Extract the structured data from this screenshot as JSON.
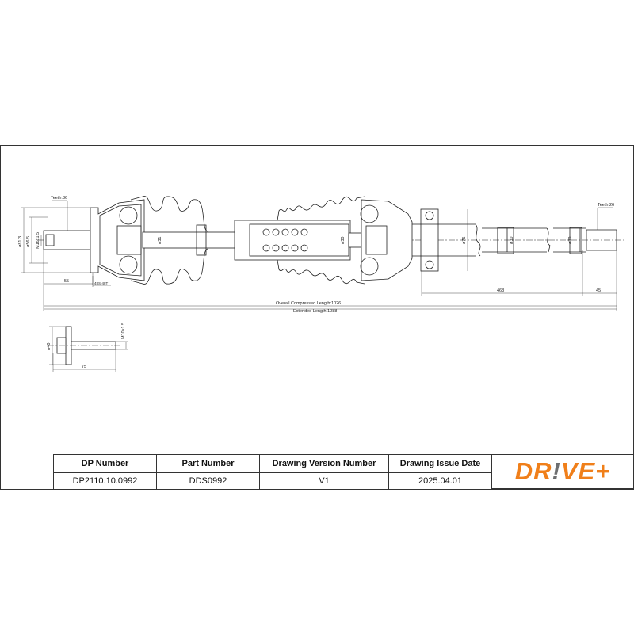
{
  "drawing": {
    "main_labels": {
      "teeth_left": "Teeth:36",
      "dia_81": "ø81.3",
      "dia_56": "ø56.5",
      "thread_left": "M16x1.5",
      "len_55": "55",
      "abs": "48S-48T",
      "dia_shaft_left": "ø31",
      "dia_shaft_mid": "ø30",
      "dia_75": "ø75",
      "dia_right_1": "ø30",
      "dia_right_2": "ø30",
      "teeth_right": "Teeth:26",
      "len_468": "468",
      "len_45": "45",
      "overall": "Overall Compressed Length:1026",
      "extended": "Extended Length:1088"
    },
    "bolt_labels": {
      "dia": "ø40",
      "thread": "M10x1.5",
      "length": "75"
    }
  },
  "title_block": {
    "headers": [
      "DP Number",
      "Part Number",
      "Drawing Version Number",
      "Drawing Issue Date"
    ],
    "values": [
      "DP2110.10.0992",
      "DDS0992",
      "V1",
      "2025.04.01"
    ]
  },
  "logo": {
    "part1": "DR",
    "part2": "!",
    "part3": "VE+",
    "colors": {
      "orange": "#F07F1A",
      "gray": "#6d6e70"
    }
  }
}
